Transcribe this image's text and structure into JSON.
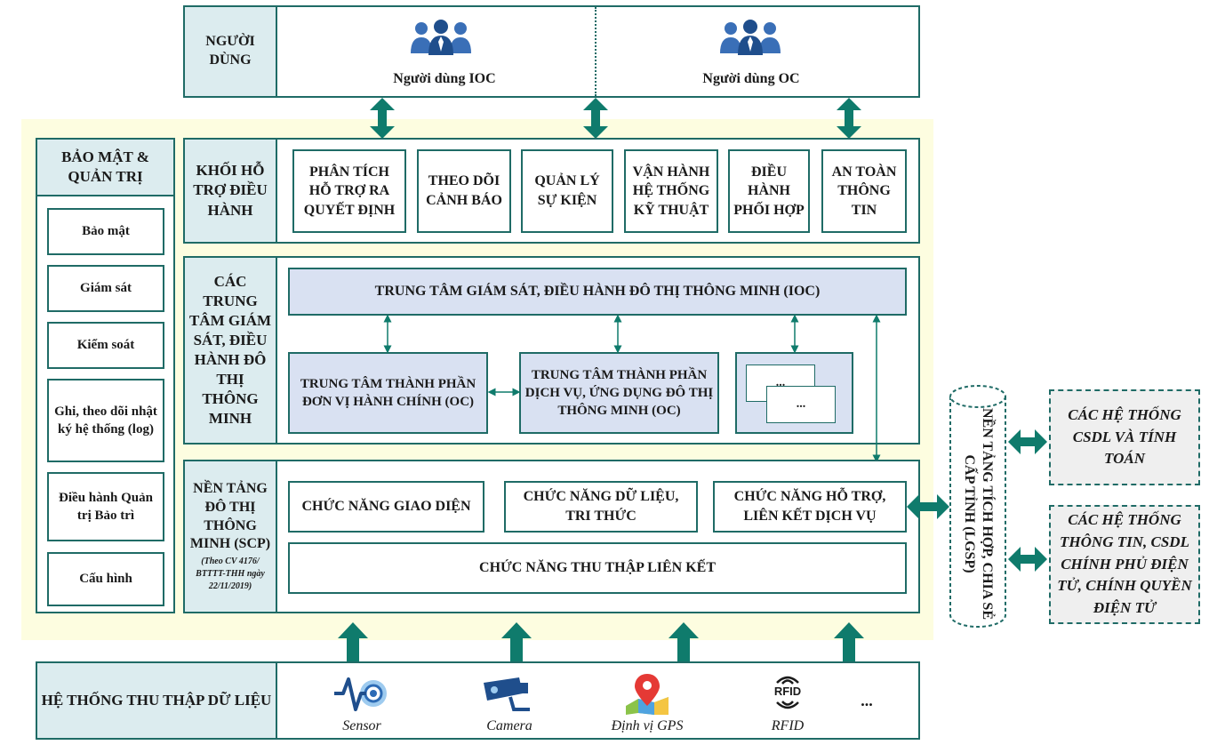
{
  "users": {
    "label": "NGƯỜI DÙNG",
    "ioc_user": "Người dùng IOC",
    "oc_user": "Người dùng OC"
  },
  "security": {
    "title": "BẢO MẬT & QUẢN TRỊ",
    "items": [
      "Bảo mật",
      "Giám sát",
      "Kiểm soát",
      "Ghi, theo dõi nhật ký hệ thống (log)",
      "Điều hành Quản trị Bảo trì",
      "Cấu hình"
    ]
  },
  "support_block": {
    "label": "KHỐI HỖ TRỢ ĐIỀU HÀNH",
    "items": [
      "PHÂN TÍCH HỖ TRỢ RA QUYẾT ĐỊNH",
      "THEO DÕI CẢNH BÁO",
      "QUẢN LÝ SỰ KIỆN",
      "VẬN HÀNH HỆ THỐNG KỸ THUẬT",
      "ĐIỀU HÀNH PHỐI HỢP",
      "AN TOÀN THÔNG TIN"
    ]
  },
  "centers": {
    "label": "CÁC TRUNG TÂM GIÁM SÁT, ĐIỀU HÀNH ĐÔ THỊ THÔNG MINH",
    "ioc": "TRUNG TÂM GIÁM SÁT, ĐIỀU HÀNH ĐÔ THỊ THÔNG MINH (IOC)",
    "admin_unit": "TRUNG TÂM THÀNH PHẦN ĐƠN VỊ HÀNH CHÍNH (OC)",
    "service_unit": "TRUNG TÂM THÀNH PHẦN DỊCH VỤ, ỨNG DỤNG ĐÔ THỊ THÔNG MINH (OC)",
    "more_1": "...",
    "more_2": "..."
  },
  "platform": {
    "label": "NỀN TẢNG ĐÔ THỊ THÔNG MINH (SCP)",
    "note": "(Theo CV 4176/ BTTTT-THH ngày 22/11/2019)",
    "interface": "CHỨC NĂNG GIAO DIỆN",
    "data": "CHỨC NĂNG DỮ LIỆU, TRI THỨC",
    "support": "CHỨC NĂNG HỖ TRỢ, LIÊN KẾT DỊCH VỤ",
    "collect": "CHỨC NĂNG THU THẬP LIÊN KẾT"
  },
  "lgsp": {
    "label": "NỀN TẢNG TÍCH HỢP, CHIA SẺ CẤP TỈNH (LGSP)"
  },
  "external": {
    "db_systems": "CÁC HỆ THỐNG CSDL VÀ TÍNH TOÁN",
    "gov_systems": "CÁC HỆ THỐNG THÔNG TIN, CSDL CHÍNH PHỦ ĐIỆN TỬ, CHÍNH QUYỀN ĐIỆN TỬ"
  },
  "collection": {
    "label": "HỆ THỐNG THU THẬP DỮ LIỆU",
    "devices": [
      "Sensor",
      "Camera",
      "Định vị GPS",
      "RFID"
    ],
    "rfid_icon_text": "RFID",
    "more": "..."
  },
  "colors": {
    "teal": "#1f6b66",
    "arrow": "#0f7b6c",
    "label_fill": "#dcecef",
    "blue_fill": "#d9e1f2",
    "yellow_bg": "#fdfde0"
  }
}
